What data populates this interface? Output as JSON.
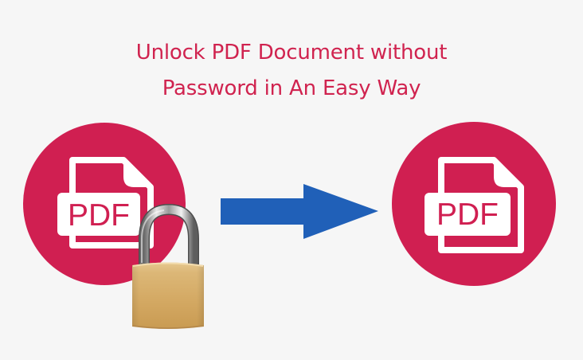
{
  "title": {
    "line1": "Unlock PDF Document without",
    "line2": "Password in An Easy Way"
  },
  "left_icon": {
    "label": "PDF",
    "icon": "pdf-file-icon",
    "overlay_icon": "padlock-icon"
  },
  "arrow": {
    "icon": "arrow-right-icon"
  },
  "right_icon": {
    "label": "PDF",
    "icon": "pdf-file-icon"
  },
  "colors": {
    "background": "#f6f6f6",
    "accent": "#d01f51",
    "title": "#d0234f",
    "arrow": "#2060b8",
    "padlock_gold": "#d6ac68",
    "padlock_steel": "#b8b8b8"
  }
}
